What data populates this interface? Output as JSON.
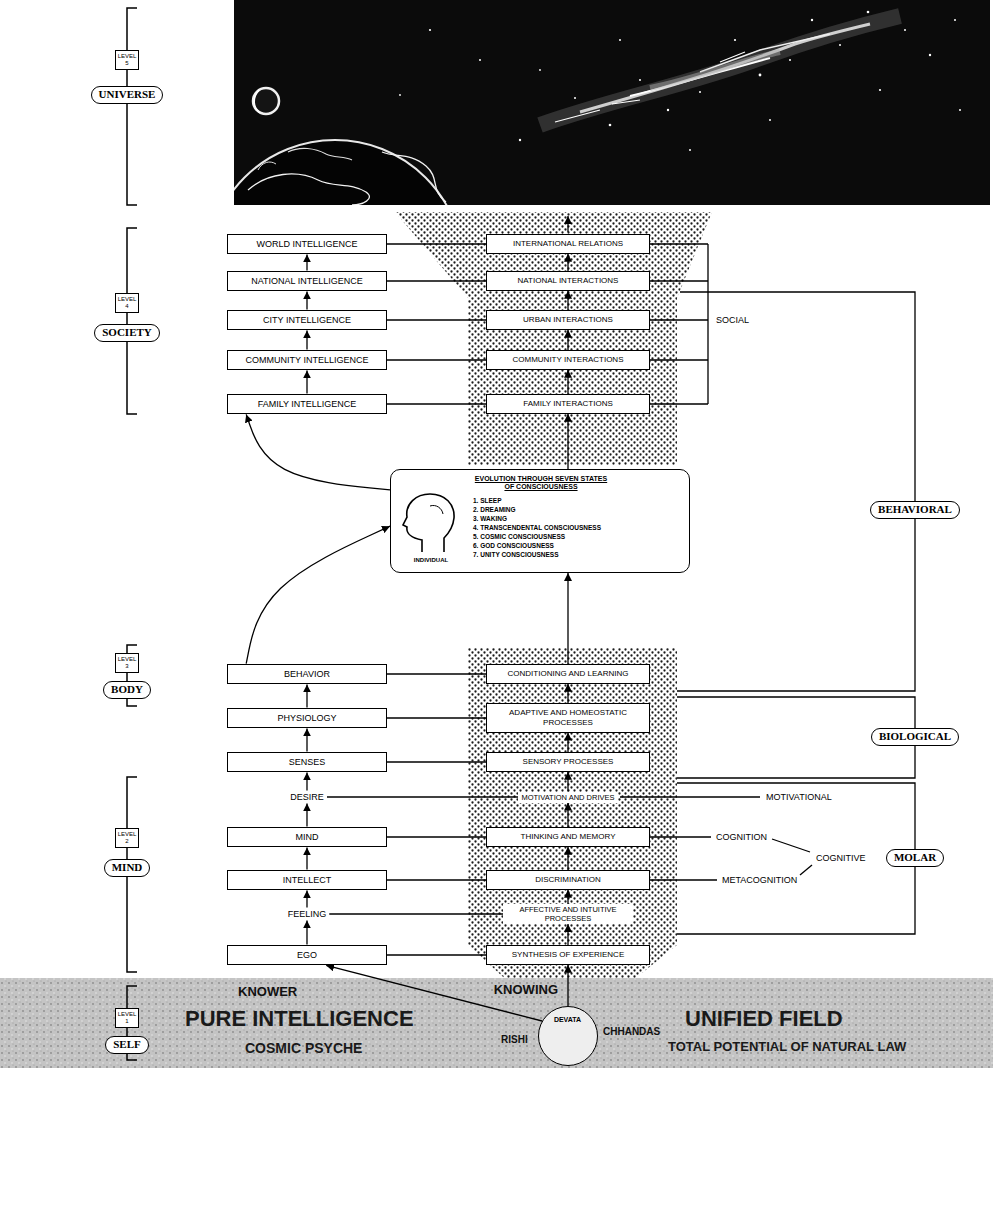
{
  "diagram": {
    "nodes": [
      {
        "text": [
          "LEVEL 5"
        ]
      },
      {
        "text": [
          "UNIVERSE"
        ]
      },
      {
        "text": [
          "WORLD INTELLIGENCE"
        ]
      },
      {
        "text": [
          "INTERNATIONAL RELATIONS"
        ]
      },
      {
        "text": [
          "NATIONAL INTELLIGENCE"
        ]
      },
      {
        "text": [
          "NATIONAL INTERACTIONS"
        ]
      },
      {
        "text": [
          "LEVEL 4"
        ]
      },
      {
        "text": [
          "SOCIETY"
        ]
      },
      {
        "text": [
          "CITY INTELLIGENCE"
        ]
      },
      {
        "text": [
          "URBAN INTERACTIONS"
        ]
      },
      {
        "text": [
          "COMMUNITY INTELLIGENCE"
        ]
      },
      {
        "text": [
          "COMMUNITY INTERACTIONS"
        ]
      },
      {
        "text": [
          "FAMILY INTELLIGENCE"
        ]
      },
      {
        "text": [
          "FAMILY INTERACTIONS"
        ]
      },
      {
        "text": [
          "BEHAVIORAL"
        ]
      },
      {
        "text": [
          "EVOLUTION THROUGH SEVEN STATES OF CONSCIOUSNESS",
          "1. SLEEP",
          "2. DREAMING",
          "3. WAKING",
          "4. TRANSCENDENTAL CONSCIOUSNESS",
          "5. COSMIC CONSCIOUSNESS",
          "6. GOD CONSCIOUSNESS",
          "7. UNITY CONSCIOUSNESS",
          "INDIVIDUAL"
        ]
      },
      {
        "text": [
          "LEVEL 3"
        ]
      },
      {
        "text": [
          "BODY"
        ]
      },
      {
        "text": [
          "BEHAVIOR"
        ]
      },
      {
        "text": [
          "CONDITIONING AND LEARNING"
        ]
      },
      {
        "text": [
          "PHYSIOLOGY"
        ]
      },
      {
        "text": [
          "ADAPTIVE AND HOMEOSTATIC PROCESSES"
        ]
      },
      {
        "text": [
          "BIOLOGICAL"
        ]
      },
      {
        "text": [
          "SENSES"
        ]
      },
      {
        "text": [
          "SENSORY PROCESSES"
        ]
      },
      {
        "text": [
          "LEVEL 2"
        ]
      },
      {
        "text": [
          "MIND"
        ]
      },
      {
        "text": [
          "DESIRE"
        ]
      },
      {
        "text": [
          "MOTIVATION AND DRIVES"
        ]
      },
      {
        "text": [
          "MIND"
        ]
      },
      {
        "text": [
          "THINKING AND MEMORY"
        ]
      },
      {
        "text": [
          "MOLAR"
        ]
      },
      {
        "text": [
          "INTELLECT"
        ]
      },
      {
        "text": [
          "DISCRIMINATION"
        ]
      },
      {
        "text": [
          "FEELING"
        ]
      },
      {
        "text": [
          "AFFECTIVE AND INTUITIVE PROCESSES"
        ]
      },
      {
        "text": [
          "EGO"
        ]
      },
      {
        "text": [
          "SYNTHESIS OF EXPERIENCE"
        ]
      },
      {
        "text": [
          "PURE INTELLIGENCE",
          "COSMIC PSYCHE",
          "UNIFIED FIELD",
          "TOTAL POTENTIAL OF NATURAL LAW"
        ]
      },
      {
        "text": [
          "LEVEL 1"
        ],
        "in": 38
      },
      {
        "text": [
          "SELF"
        ],
        "in": 38
      },
      {
        "text": [
          "DEVATA",
          "RISHI",
          "CHHANDAS"
        ],
        "in": 38
      }
    ],
    "edges": [
      {
        "from": 36,
        "to": 34,
        "arrow": "to"
      },
      {
        "from": 34,
        "to": 32,
        "arrow": "to"
      },
      {
        "from": 32,
        "to": 29,
        "arrow": "to"
      },
      {
        "from": 29,
        "to": 27,
        "arrow": "to"
      },
      {
        "from": 27,
        "to": 23,
        "arrow": "to"
      },
      {
        "from": 23,
        "to": 20,
        "arrow": "to"
      },
      {
        "from": 20,
        "to": 18,
        "arrow": "to"
      },
      {
        "from": 18,
        "to": 15,
        "arrow": "to"
      },
      {
        "from": 15,
        "to": 12,
        "arrow": "to"
      },
      {
        "from": 12,
        "to": 10,
        "arrow": "to"
      },
      {
        "from": 10,
        "to": 8,
        "arrow": "to"
      },
      {
        "from": 8,
        "to": 4,
        "arrow": "to"
      },
      {
        "from": 4,
        "to": 2,
        "arrow": "to"
      },
      {
        "from": 37,
        "to": 35,
        "arrow": "to"
      },
      {
        "from": 35,
        "to": 33,
        "arrow": "to"
      },
      {
        "from": 33,
        "to": 30,
        "arrow": "to"
      },
      {
        "from": 30,
        "to": 28,
        "arrow": "to"
      },
      {
        "from": 28,
        "to": 24,
        "arrow": "to"
      },
      {
        "from": 24,
        "to": 21,
        "arrow": "to"
      },
      {
        "from": 21,
        "to": 19,
        "arrow": "to"
      },
      {
        "from": 19,
        "to": 15,
        "arrow": "to"
      },
      {
        "from": 15,
        "to": 13,
        "arrow": "to"
      },
      {
        "from": 13,
        "to": 11,
        "arrow": "to"
      },
      {
        "from": 11,
        "to": 9,
        "arrow": "to"
      },
      {
        "from": 9,
        "to": 5,
        "arrow": "to"
      },
      {
        "from": 5,
        "to": 3,
        "arrow": "to"
      },
      {
        "from": 41,
        "to": 36,
        "label": "KNOWER",
        "arrow": "to"
      },
      {
        "from": 41,
        "to": 37,
        "label": "KNOWING",
        "arrow": "to"
      },
      {
        "from": 2,
        "to": 3,
        "arrow": "none"
      },
      {
        "from": 4,
        "to": 5,
        "arrow": "none"
      },
      {
        "from": 8,
        "to": 9,
        "arrow": "none"
      },
      {
        "from": 10,
        "to": 11,
        "arrow": "none"
      },
      {
        "from": 12,
        "to": 13,
        "arrow": "none"
      },
      {
        "from": 18,
        "to": 19,
        "arrow": "none"
      },
      {
        "from": 20,
        "to": 21,
        "arrow": "none"
      },
      {
        "from": 23,
        "to": 24,
        "arrow": "none"
      },
      {
        "from": 27,
        "to": 28,
        "arrow": "none"
      },
      {
        "from": 29,
        "to": 30,
        "arrow": "none"
      },
      {
        "from": 32,
        "to": 33,
        "arrow": "none"
      },
      {
        "from": 34,
        "to": 35,
        "arrow": "none"
      },
      {
        "from": 36,
        "to": 37,
        "arrow": "none"
      }
    ],
    "labels": [
      "SOCIAL",
      "MOTIVATIONAL",
      "COGNITION",
      "METACOGNITION",
      "COGNITIVE"
    ]
  }
}
